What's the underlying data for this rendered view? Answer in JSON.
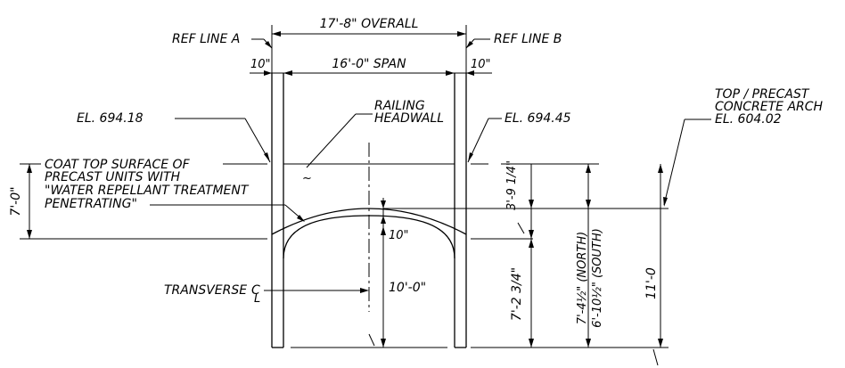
{
  "dimensions": {
    "overall": "17'-8\" OVERALL",
    "span": "16'-0\" SPAN",
    "wall_left": "10\"",
    "wall_right": "10\"",
    "arch_thickness": "10\"",
    "headwall_height": "3'-9 1/4\"",
    "crown_height": "7'-2 3/4\"",
    "north_south_north": "7'-4½\" (NORTH)",
    "north_south_south": "6'-10½\" (SOUTH)",
    "rise": "10'-0\"",
    "total_height": "11'-0",
    "coat_height": "7'-0\""
  },
  "labels": {
    "ref_line_a": "REF LINE A",
    "ref_line_b": "REF LINE B",
    "el_left": "EL. 694.18",
    "el_right": "EL. 694.45",
    "railing": "RAILING",
    "headwall": "HEADWALL",
    "top_arch_1": "TOP / PRECAST",
    "top_arch_2": "CONCRETE ARCH",
    "top_arch_3": "EL. 604.02",
    "coat_1": "COAT TOP SURFACE OF",
    "coat_2": "PRECAST UNITS WITH",
    "coat_3": "\"WATER REPELLANT TREATMENT",
    "coat_4": "PENETRATING\"",
    "transverse": "TRANSVERSE",
    "centerline_c": "C",
    "centerline_l": "L"
  }
}
